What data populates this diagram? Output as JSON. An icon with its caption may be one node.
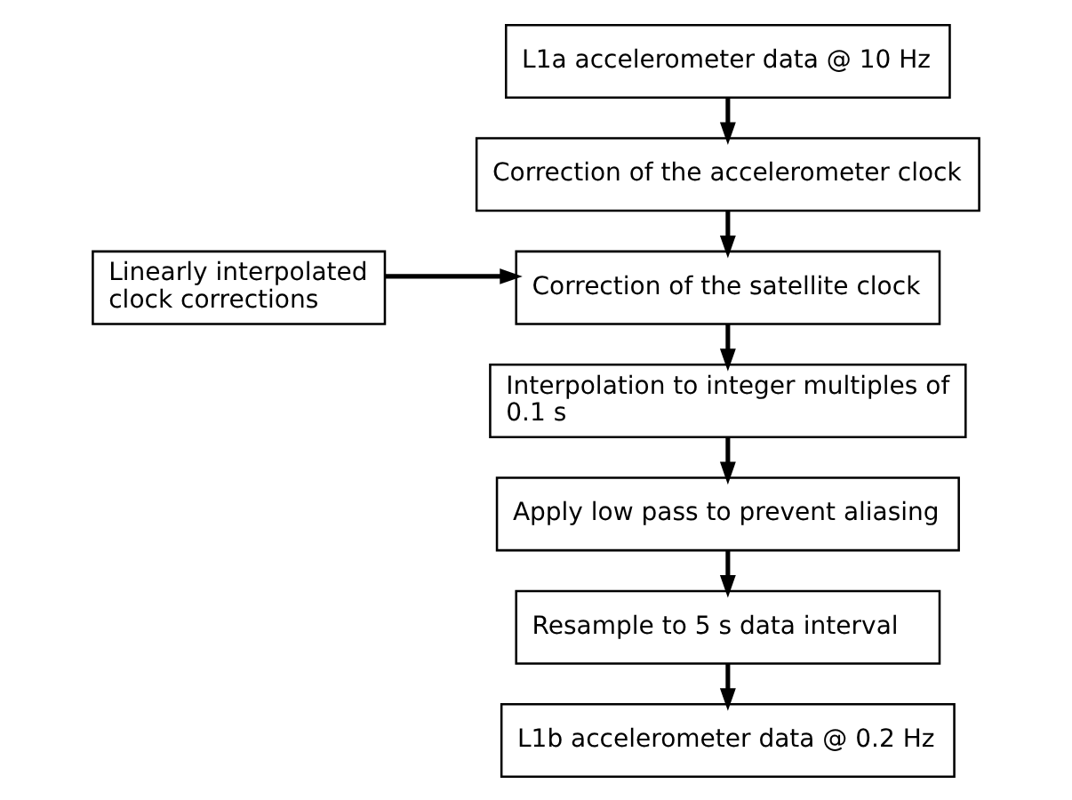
{
  "diagram": {
    "nodes": [
      {
        "text": [
          "L1a accelerometer data @ 10 Hz"
        ]
      },
      {
        "text": [
          "Correction of the accelerometer clock"
        ]
      },
      {
        "text": [
          "Linearly interpolated clock corrections"
        ]
      },
      {
        "text": [
          "Correction of the satellite clock"
        ]
      },
      {
        "text": [
          "Interpolation to integer multiples of 0.1 s"
        ]
      },
      {
        "text": [
          "Apply low pass to prevent aliasing"
        ]
      },
      {
        "text": [
          "Resample to 5 s data interval"
        ]
      },
      {
        "text": [
          "L1b accelerometer data @ 0.2 Hz"
        ]
      }
    ],
    "edges": [
      {
        "from": 0,
        "to": 1,
        "arrow": "to"
      },
      {
        "from": 1,
        "to": 3,
        "arrow": "to"
      },
      {
        "from": 2,
        "to": 3,
        "arrow": "to"
      },
      {
        "from": 3,
        "to": 4,
        "arrow": "to"
      },
      {
        "from": 4,
        "to": 5,
        "arrow": "to"
      },
      {
        "from": 5,
        "to": 6,
        "arrow": "to"
      },
      {
        "from": 6,
        "to": 7,
        "arrow": "to"
      }
    ]
  }
}
